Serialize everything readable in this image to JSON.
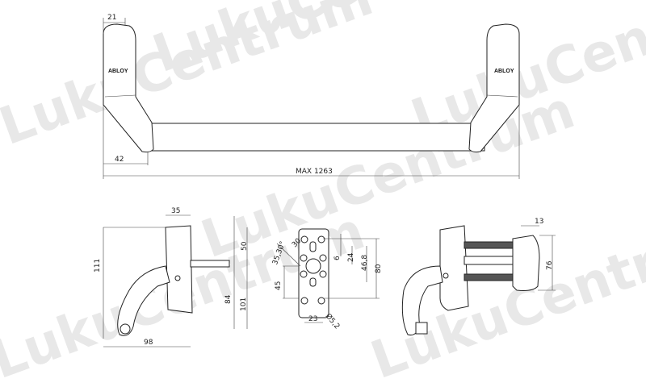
{
  "watermark": "LukuCentrum",
  "top_view": {
    "brand_left": "ABLOY",
    "brand_right": "ABLOY",
    "dim_width_top": "21",
    "dim_width_handle": "42",
    "dim_max_length": "MAX 1263"
  },
  "side_view": {
    "dim_top": "35",
    "dim_upper": "50",
    "dim_total_height": "111",
    "dim_84": "84",
    "dim_101": "101",
    "dim_depth": "98"
  },
  "plate_view": {
    "angle": "35,30°",
    "dim_30": "30",
    "dim_6": "6",
    "dim_24": "24",
    "dim_46_8": "46,8",
    "dim_80": "80",
    "dim_45": "45",
    "dim_23": "23",
    "hole_dia": "Ø5,2"
  },
  "iso_view": {
    "dim_13": "13",
    "dim_76": "76"
  }
}
